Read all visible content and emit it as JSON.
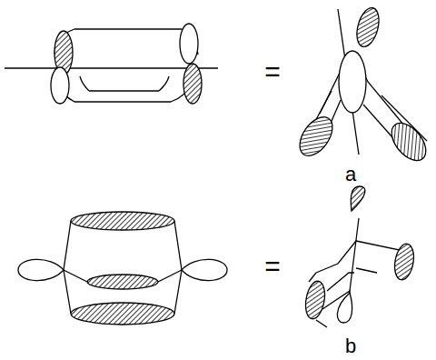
{
  "diagram": {
    "labels": [
      "=",
      "a",
      "=",
      "b"
    ]
  }
}
